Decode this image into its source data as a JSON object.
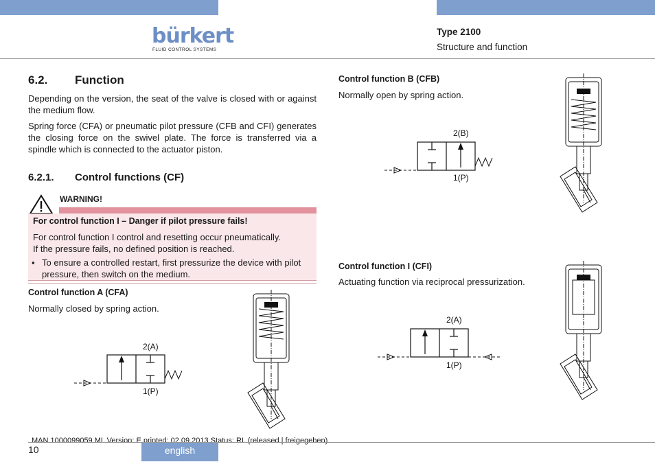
{
  "header": {
    "logo_text": "bürkert",
    "logo_subtitle": "FLUID CONTROL SYSTEMS",
    "doc_type": "Type 2100",
    "doc_section": "Structure and function"
  },
  "section": {
    "number": "6.2.",
    "title": "Function",
    "para1": "Depending on the version, the seat of the valve is closed with or against the medium flow.",
    "para2": "Spring force (CFA) or pneumatic pilot pressure (CFB and CFI) generates the closing force on the swivel plate. The force is transferred via a spindle which is connected to the actuator piston."
  },
  "subsection": {
    "number": "6.2.1.",
    "title": "Control functions (CF)"
  },
  "warning": {
    "label": "WARNING!",
    "headline": "For control function I – Danger if pilot pressure fails!",
    "line1": "For control function I control and resetting occur pneumatically.",
    "line2": "If the pressure fails, no defined position is reached.",
    "bullet": "To ensure a controlled restart, first pressurize the device with pilot pressure, then switch on the medium."
  },
  "cfa": {
    "title": "Control function A (CFA)",
    "desc": "Normally closed by spring action.",
    "port_top": "2(A)",
    "port_bottom": "1(P)"
  },
  "cfb": {
    "title": "Control function B (CFB)",
    "desc": "Normally open by spring action.",
    "port_top": "2(B)",
    "port_bottom": "1(P)"
  },
  "cfi": {
    "title": "Control function I (CFI)",
    "desc": "Actuating function via reciprocal pressurization.",
    "port_top": "2(A)",
    "port_bottom": "1(P)"
  },
  "footer": {
    "doc_info": "MAN  1000099059  ML  Version: E  printed: 02.09.2013 Status: RL (released | freigegeben)",
    "page_number": "10",
    "language": "english"
  },
  "colors": {
    "brand_blue": "#7f9fcf",
    "warning_bar": "#e1929c",
    "warning_bg": "#fae7e9"
  }
}
